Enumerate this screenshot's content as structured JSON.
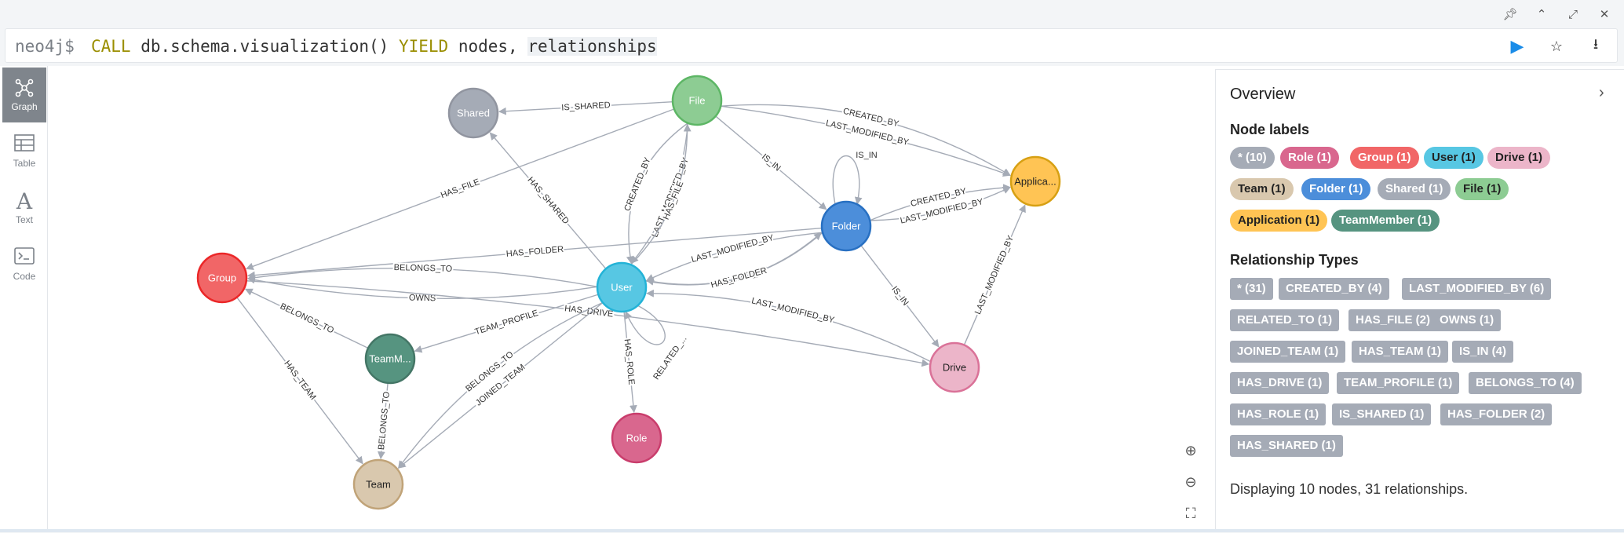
{
  "editor": {
    "prompt": "neo4j$",
    "query_call": "CALL",
    "query_proc": " db.schema.visualization() ",
    "query_yield": "YIELD",
    "query_rest": " nodes, ",
    "query_last": "relationships"
  },
  "nav": [
    {
      "label": "Graph",
      "icon": "graph-icon",
      "active": true
    },
    {
      "label": "Table",
      "icon": "table-icon",
      "active": false
    },
    {
      "label": "Text",
      "icon": "text-icon",
      "active": false
    },
    {
      "label": "Code",
      "icon": "code-icon",
      "active": false
    }
  ],
  "graph": {
    "nodes": [
      {
        "id": "Shared",
        "label": "Shared",
        "color": "#a5abb6",
        "stroke": "#9195a0",
        "text": "#fff"
      },
      {
        "id": "File",
        "label": "File",
        "color": "#8dcc93",
        "stroke": "#5db665",
        "text": "#fff"
      },
      {
        "id": "Applica",
        "label": "Applica...",
        "color": "#ffc454",
        "stroke": "#d7a013",
        "text": "#222"
      },
      {
        "id": "Folder",
        "label": "Folder",
        "color": "#4c8eda",
        "stroke": "#2870c2",
        "text": "#fff"
      },
      {
        "id": "Group",
        "label": "Group",
        "color": "#f16667",
        "stroke": "#eb2728",
        "text": "#fff"
      },
      {
        "id": "User",
        "label": "User",
        "color": "#57c7e3",
        "stroke": "#23b3d7",
        "text": "#fff"
      },
      {
        "id": "TeamMember",
        "label": "TeamM...",
        "color": "#569480",
        "stroke": "#447666",
        "text": "#fff"
      },
      {
        "id": "Drive",
        "label": "Drive",
        "color": "#ecb5c9",
        "stroke": "#da7298",
        "text": "#222"
      },
      {
        "id": "Role",
        "label": "Role",
        "color": "#d9678e",
        "stroke": "#c93d6c",
        "text": "#fff"
      },
      {
        "id": "Team",
        "label": "Team",
        "color": "#d9c8ae",
        "stroke": "#c0a378",
        "text": "#222"
      }
    ],
    "edges": [
      {
        "from": "File",
        "to": "Shared",
        "label": "IS_SHARED"
      },
      {
        "from": "User",
        "to": "Shared",
        "label": "HAS_SHARED"
      },
      {
        "from": "File",
        "to": "Group",
        "label": "HAS_FILE"
      },
      {
        "from": "File",
        "to": "Applica",
        "label": "CREATED_BY"
      },
      {
        "from": "File",
        "to": "Folder",
        "label": "IS_IN"
      },
      {
        "from": "File",
        "to": "Applica",
        "label": "LAST_MODIFIED_BY"
      },
      {
        "from": "File",
        "to": "User",
        "label": "CREATED_BY"
      },
      {
        "from": "File",
        "to": "User",
        "label": "LAST_MODIFIED_BY"
      },
      {
        "from": "User",
        "to": "File",
        "label": "HAS_FILE"
      },
      {
        "from": "Folder",
        "to": "Applica",
        "label": "CREATED_BY"
      },
      {
        "from": "Folder",
        "to": "Applica",
        "label": "LAST_MODIFIED_BY"
      },
      {
        "from": "Folder",
        "to": "Folder",
        "label": "IS_IN"
      },
      {
        "from": "Folder",
        "to": "User",
        "label": "CREATED_BY"
      },
      {
        "from": "Folder",
        "to": "User",
        "label": "LAST_MODIFIED_BY"
      },
      {
        "from": "User",
        "to": "Folder",
        "label": "HAS_FOLDER"
      },
      {
        "from": "Folder",
        "to": "Group",
        "label": "HAS_FOLDER"
      },
      {
        "from": "Folder",
        "to": "Drive",
        "label": "IS_IN"
      },
      {
        "from": "Drive",
        "to": "Applica",
        "label": "LAST_MODIFIED_BY"
      },
      {
        "from": "User",
        "to": "Group",
        "label": "OWNS"
      },
      {
        "from": "User",
        "to": "Group",
        "label": "BELONGS_TO"
      },
      {
        "from": "TeamMember",
        "to": "Group",
        "label": "BELONGS_TO"
      },
      {
        "from": "Group",
        "to": "Team",
        "label": "HAS_TEAM"
      },
      {
        "from": "User",
        "to": "TeamMember",
        "label": "TEAM_PROFILE"
      },
      {
        "from": "Group",
        "to": "Drive",
        "label": "HAS_DRIVE"
      },
      {
        "from": "Drive",
        "to": "User",
        "label": "LAST_MODIFIED_BY"
      },
      {
        "from": "User",
        "to": "User",
        "label": "RELATED_..."
      },
      {
        "from": "User",
        "to": "Role",
        "label": "HAS_ROLE"
      },
      {
        "from": "User",
        "to": "Team",
        "label": "BELONGS_TO"
      },
      {
        "from": "User",
        "to": "Team",
        "label": "JOINED_TEAM"
      },
      {
        "from": "TeamMember",
        "to": "Team",
        "label": "BELONGS_TO"
      }
    ]
  },
  "sidebar": {
    "title": "Overview",
    "node_labels_title": "Node labels",
    "node_labels": [
      {
        "text": "* (10)",
        "bg": "#a5abb6",
        "fg": "#fff"
      },
      {
        "text": "Role (1)",
        "bg": "#d9678e",
        "fg": "#fff"
      },
      {
        "text": "Group (1)",
        "bg": "#f16667",
        "fg": "#fff"
      },
      {
        "text": "User (1)",
        "bg": "#57c7e3",
        "fg": "#222"
      },
      {
        "text": "Drive (1)",
        "bg": "#ecb5c9",
        "fg": "#222"
      },
      {
        "text": "Team (1)",
        "bg": "#d9c8ae",
        "fg": "#222"
      },
      {
        "text": "Folder (1)",
        "bg": "#4c8eda",
        "fg": "#fff"
      },
      {
        "text": "Shared (1)",
        "bg": "#a5abb6",
        "fg": "#fff"
      },
      {
        "text": "File (1)",
        "bg": "#8dcc93",
        "fg": "#222"
      },
      {
        "text": "Application (1)",
        "bg": "#ffc454",
        "fg": "#222"
      },
      {
        "text": "TeamMember (1)",
        "bg": "#569480",
        "fg": "#fff"
      }
    ],
    "rel_types_title": "Relationship Types",
    "rel_types": [
      "* (31)",
      "CREATED_BY (4)",
      "LAST_MODIFIED_BY (6)",
      "RELATED_TO (1)",
      "HAS_FILE (2)",
      "OWNS (1)",
      "JOINED_TEAM (1)",
      "HAS_TEAM (1)",
      "IS_IN (4)",
      "HAS_DRIVE (1)",
      "TEAM_PROFILE (1)",
      "BELONGS_TO (4)",
      "HAS_ROLE (1)",
      "IS_SHARED (1)",
      "HAS_FOLDER (2)",
      "HAS_SHARED (1)"
    ],
    "summary": "Displaying 10 nodes, 31 relationships."
  }
}
